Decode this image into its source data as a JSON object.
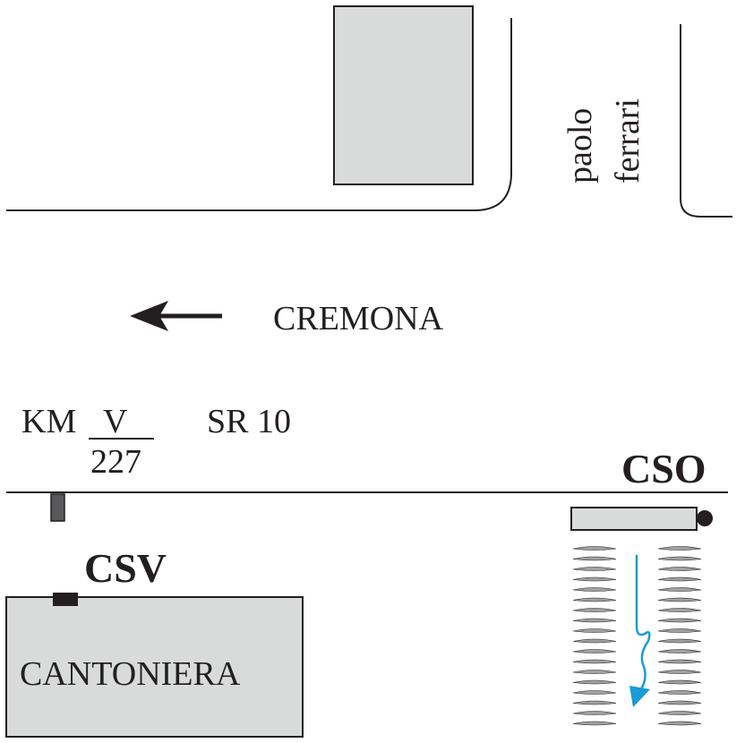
{
  "labels": {
    "street_line1": "paolo",
    "street_line2": "ferrari",
    "direction": "CREMONA",
    "km_prefix": "KM",
    "km_numerator": "V",
    "km_denominator": "227",
    "road": "SR 10",
    "cso": "CSO",
    "csv": "CSV",
    "building": "CANTONIERA"
  },
  "colors": {
    "ink": "#231f20",
    "building_fill": "#d9dbda",
    "marker_fill": "#58595b",
    "flow_arrow": "#1a9ad6",
    "leaf_fill": "#9fa1a3"
  },
  "icons": {
    "direction_arrow": "left-arrow-icon",
    "flow": "flow-arrow-icon",
    "outlet": "outlet-dot-icon"
  }
}
